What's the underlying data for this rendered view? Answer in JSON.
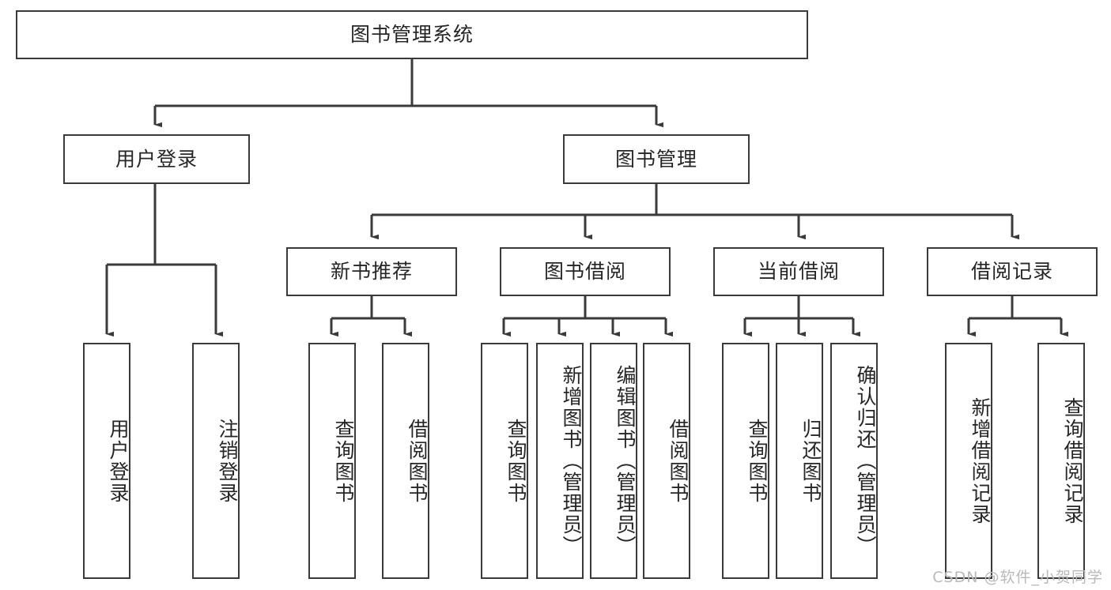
{
  "diagram": {
    "type": "tree-hierarchy",
    "title": "图书管理系统",
    "watermark": "CSDN @软件_小贺同学",
    "colors": {
      "stroke": "#3a3a3a",
      "background": "#ffffff",
      "text": "#262626",
      "watermark": "#b9b9b9"
    },
    "root": {
      "label": "图书管理系统"
    },
    "level2": [
      {
        "id": "user-login",
        "label": "用户登录"
      },
      {
        "id": "book-management",
        "label": "图书管理"
      }
    ],
    "level3": [
      {
        "id": "new-book-recommend",
        "label": "新书推荐"
      },
      {
        "id": "book-borrow",
        "label": "图书借阅"
      },
      {
        "id": "current-borrow",
        "label": "当前借阅"
      },
      {
        "id": "borrow-record",
        "label": "借阅记录"
      }
    ],
    "leaves": {
      "user_login": [
        {
          "id": "leaf-user-login",
          "label": "用户登录"
        },
        {
          "id": "leaf-logout-login",
          "label": "注销登录"
        }
      ],
      "new_book_recommend": [
        {
          "id": "leaf-query-book-1",
          "label": "查询图书"
        },
        {
          "id": "leaf-borrow-book-1",
          "label": "借阅图书"
        }
      ],
      "book_borrow": [
        {
          "id": "leaf-query-book-2",
          "label": "查询图书"
        },
        {
          "id": "leaf-add-book-admin",
          "label": "新增图书（管理员）"
        },
        {
          "id": "leaf-edit-book-admin",
          "label": "编辑图书（管理员）"
        },
        {
          "id": "leaf-borrow-book-2",
          "label": "借阅图书"
        }
      ],
      "current_borrow": [
        {
          "id": "leaf-query-book-3",
          "label": "查询图书"
        },
        {
          "id": "leaf-return-book",
          "label": "归还图书"
        },
        {
          "id": "leaf-confirm-return-admin",
          "label": "确认归还（管理员）"
        }
      ],
      "borrow_record": [
        {
          "id": "leaf-add-borrow-record",
          "label": "新增借阅记录"
        },
        {
          "id": "leaf-query-borrow-record",
          "label": "查询借阅记录"
        }
      ]
    }
  }
}
